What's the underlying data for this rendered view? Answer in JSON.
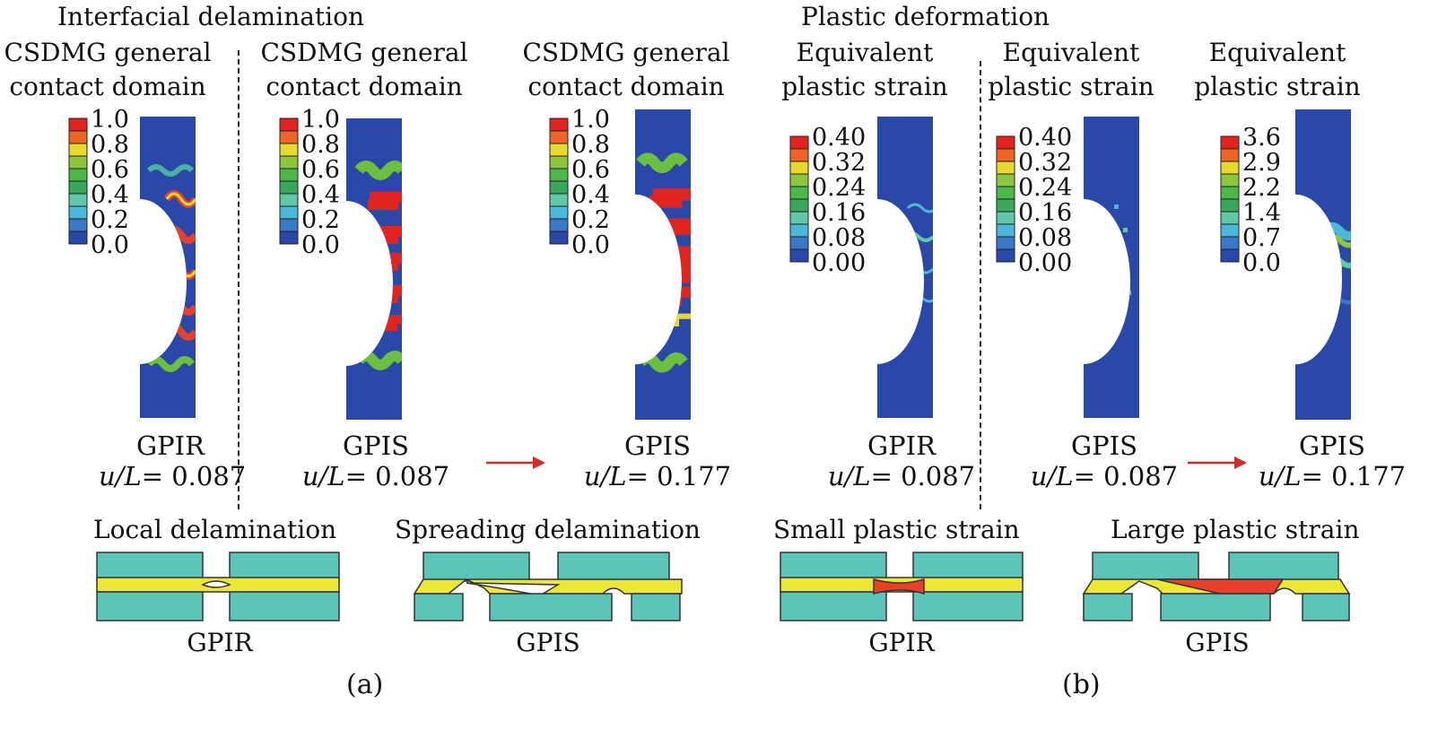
{
  "panel_a": {
    "title": "Interfacial delamination",
    "column_title": [
      "CSDMG general",
      "contact domain"
    ],
    "legend_ticks": [
      "1.0",
      "0.8",
      "0.6",
      "0.4",
      "0.2",
      "0.0"
    ],
    "columns": [
      {
        "name": "GPIR",
        "u_label": "u/L",
        "u_value": "= 0.087"
      },
      {
        "name": "GPIS",
        "u_label": "u/L",
        "u_value": "= 0.087"
      },
      {
        "name": "GPIS",
        "u_label": "u/L",
        "u_value": "= 0.177"
      }
    ],
    "schematics": [
      {
        "caption": "Local delamination",
        "label": "GPIR"
      },
      {
        "caption": "Spreading delamination",
        "label": "GPIS"
      }
    ],
    "panel_label": "(a)"
  },
  "panel_b": {
    "title": "Plastic deformation",
    "column_title": [
      "Equivalent",
      "plastic strain"
    ],
    "legend_ticks_small": [
      "0.40",
      "0.32",
      "0.24",
      "0.16",
      "0.08",
      "0.00"
    ],
    "legend_ticks_large": [
      "3.6",
      "2.9",
      "2.2",
      "1.4",
      "0.7",
      "0.0"
    ],
    "columns": [
      {
        "name": "GPIR",
        "u_label": "u/L",
        "u_value": "= 0.087"
      },
      {
        "name": "GPIS",
        "u_label": "u/L",
        "u_value": "= 0.087"
      },
      {
        "name": "GPIS",
        "u_label": "u/L",
        "u_value": "= 0.177"
      }
    ],
    "schematics": [
      {
        "caption": "Small plastic strain",
        "label": "GPIR"
      },
      {
        "caption": "Large plastic strain",
        "label": "GPIS"
      }
    ],
    "panel_label": "(b)"
  },
  "colors": {
    "contour_scale": [
      "#e02420",
      "#f06428",
      "#e8d830",
      "#8cc63f",
      "#4cb848",
      "#3aa85a",
      "#5ec8a8",
      "#4ab8d8",
      "#3a78c8",
      "#2a48a8"
    ],
    "background_blue": "#2a48a8",
    "metal_teal": "#5cc4b8",
    "adhesive_yellow": "#ece634",
    "plastic_red": "#e8402a",
    "arrow_red": "#d42a2a"
  }
}
